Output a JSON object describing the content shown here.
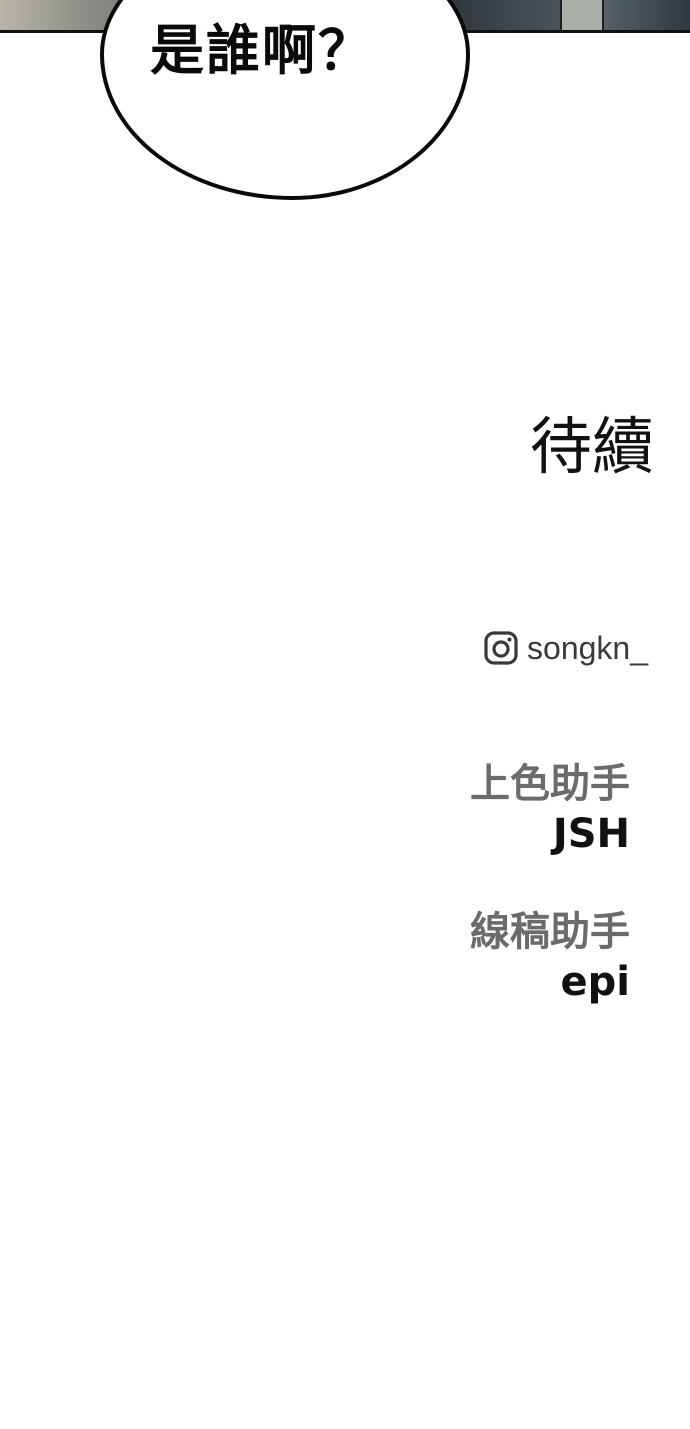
{
  "panel": {
    "speech_bubble": "是誰啊？"
  },
  "ending": {
    "to_be_continued": "待續"
  },
  "social": {
    "icon": "instagram-icon",
    "handle": "songkn_"
  },
  "credits": [
    {
      "role": "上色助手",
      "name": "JSH"
    },
    {
      "role": "線稿助手",
      "name": "epi"
    }
  ],
  "colors": {
    "text_primary": "#111111",
    "text_role": "#6b6b6b",
    "handle": "#3a3a3a",
    "background": "#ffffff"
  }
}
